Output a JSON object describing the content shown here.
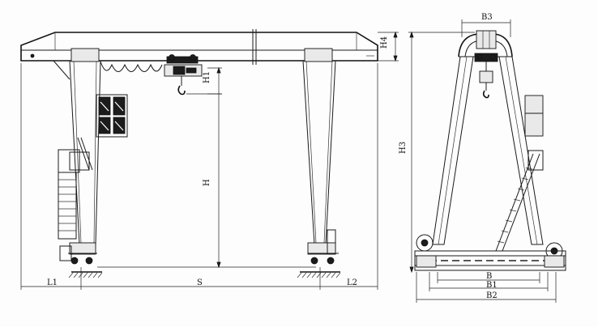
{
  "labels": {
    "b3": "B3",
    "h4": "H4",
    "h1": "H1",
    "h": "H",
    "h3": "H3",
    "s": "S",
    "l1": "L1",
    "l2": "L2",
    "b": "B",
    "b1": "B1",
    "b2": "B2"
  }
}
